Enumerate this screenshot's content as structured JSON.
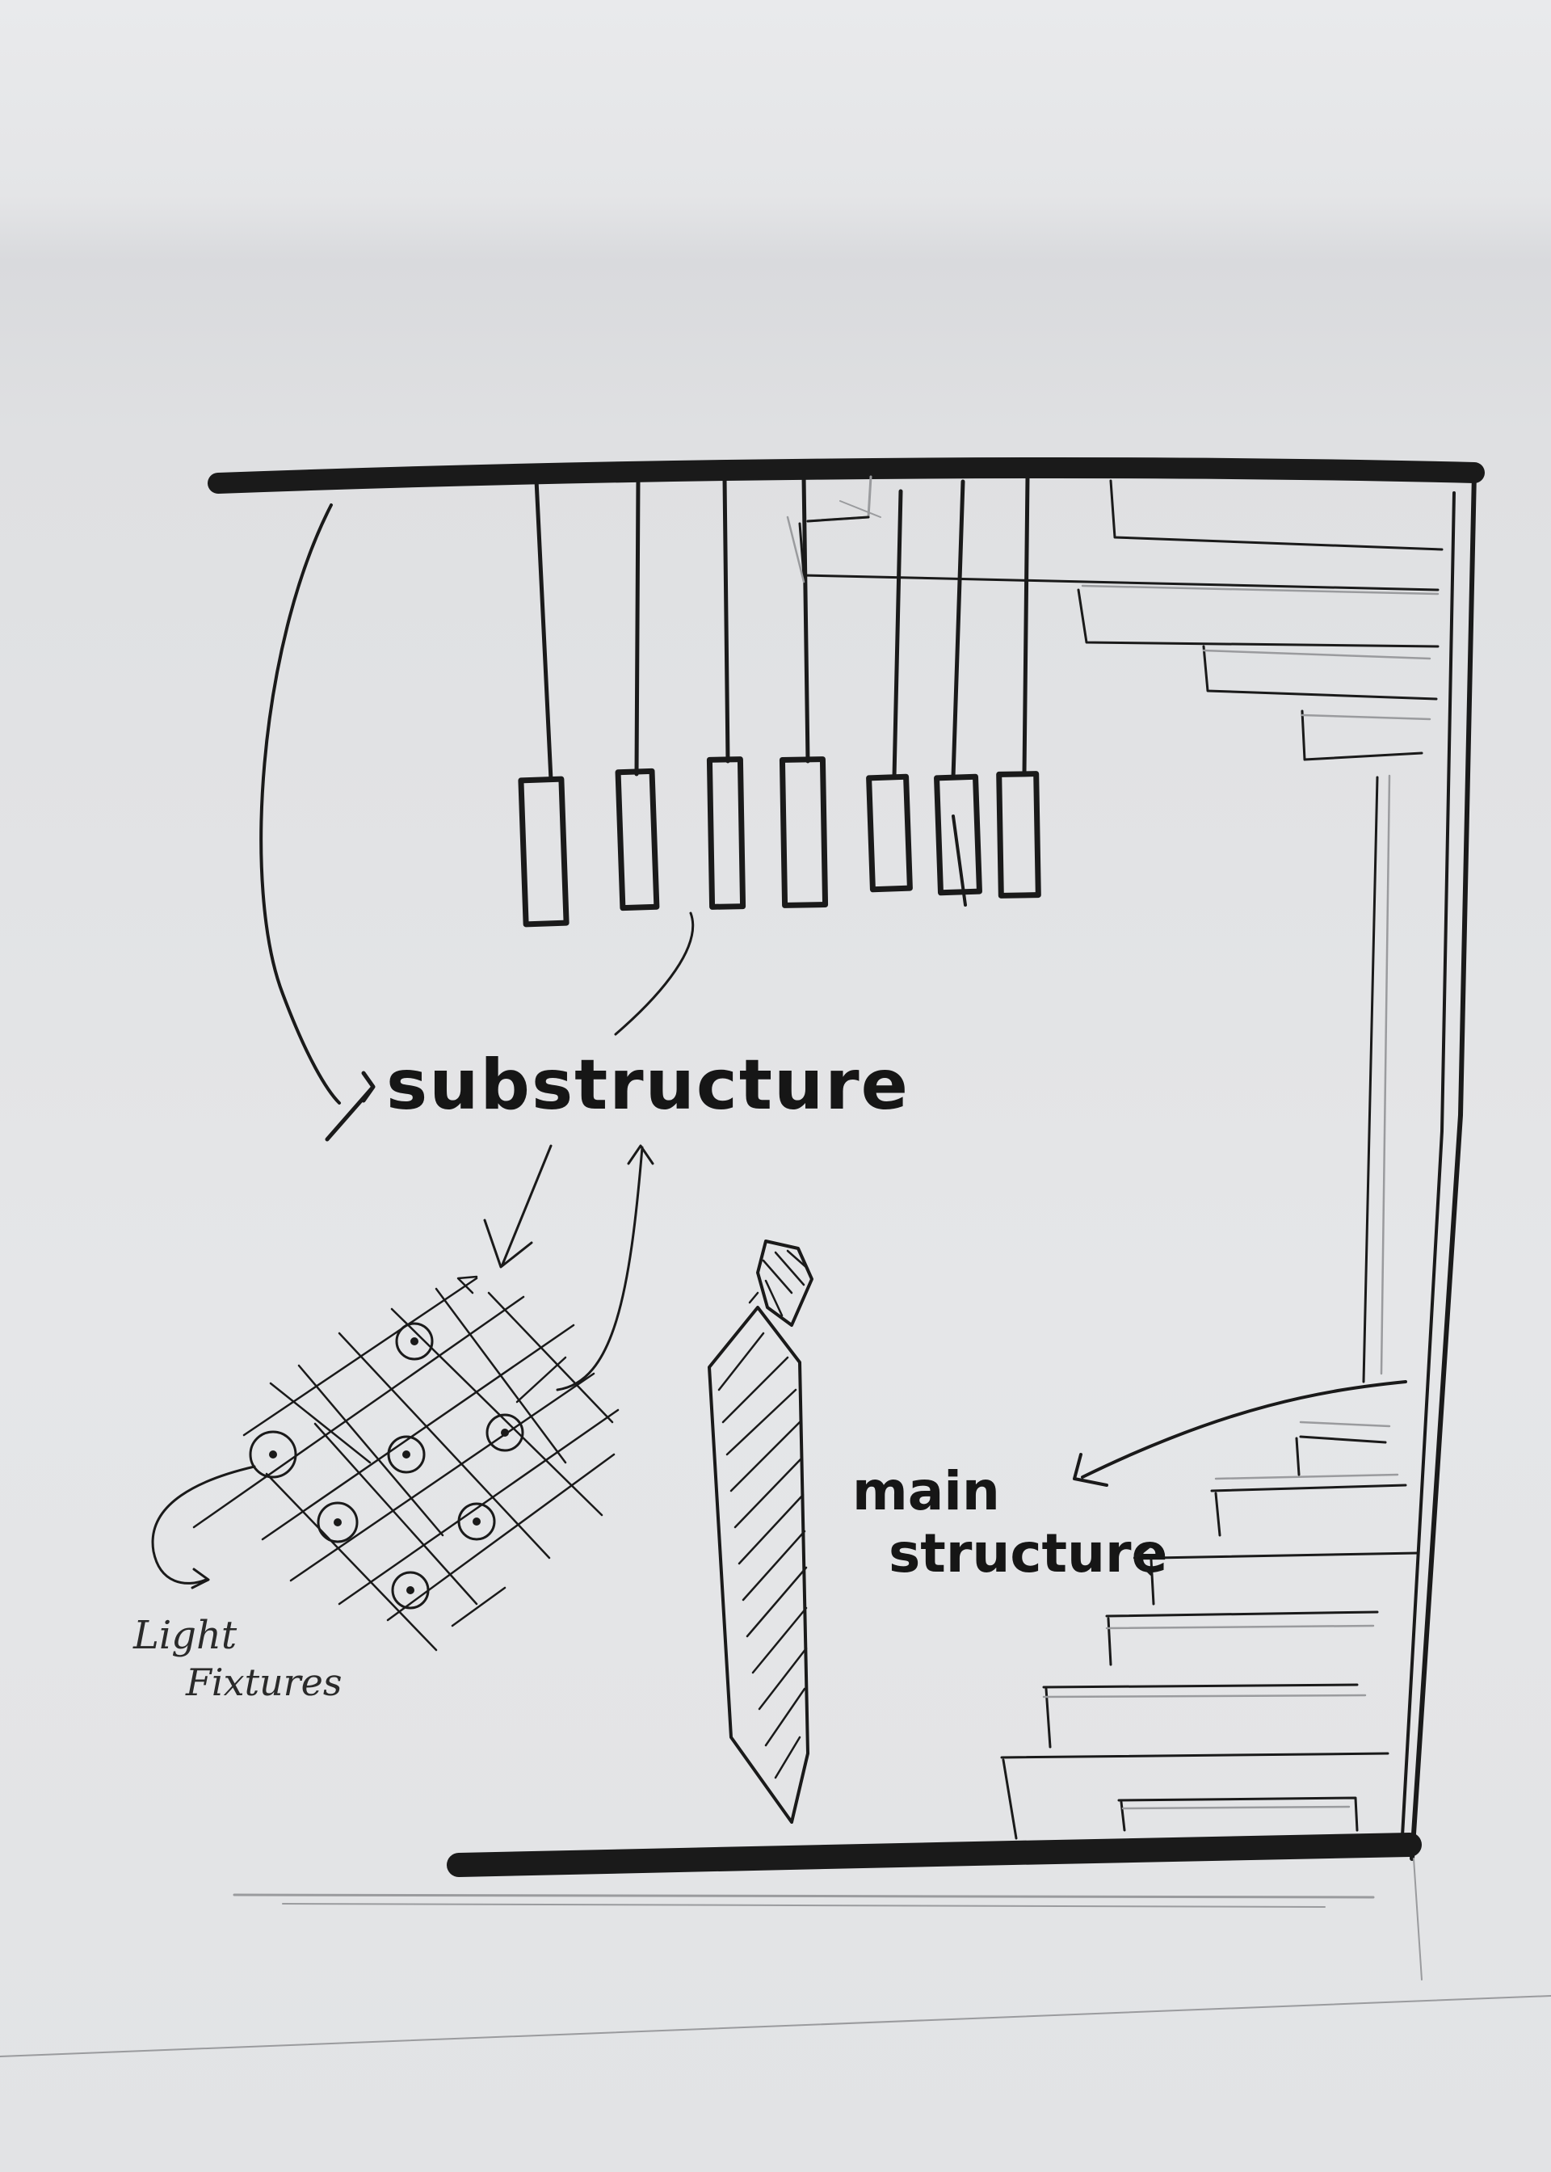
{
  "labels": {
    "substructure": "substructure",
    "main": "main",
    "structure": "structure",
    "light": "Light",
    "fixtures": "Fixtures"
  },
  "colors": {
    "paper": "#e6e7e9",
    "ink": "#1a1a1a",
    "pencil": "#9a9b9e"
  },
  "pendant_count": 7
}
